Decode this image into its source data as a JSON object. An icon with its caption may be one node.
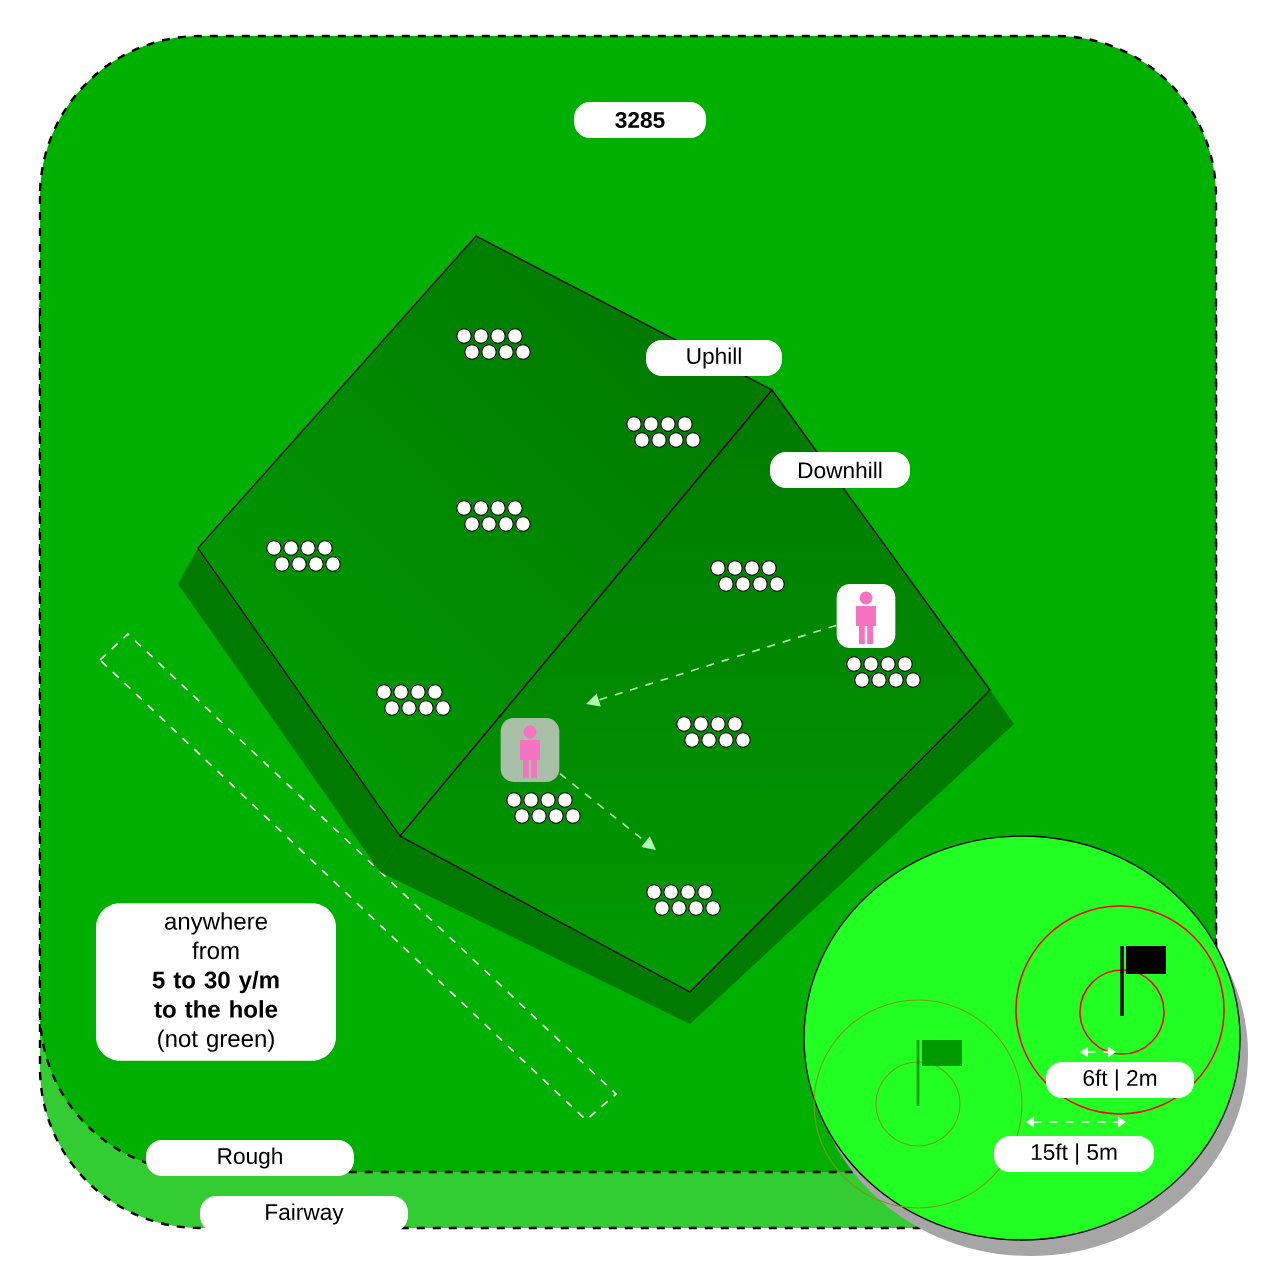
{
  "diagram": {
    "nodes": [
      {
        "text": [
          "3285"
        ]
      },
      {
        "text": [
          "Uphill"
        ]
      },
      {
        "text": [
          "Downhill"
        ]
      },
      {
        "text": [],
        "shape": "person"
      },
      {
        "text": [],
        "shape": "person"
      },
      {
        "text": [
          "anywhere from",
          "5 to 30 y/m to the hole",
          "(not green)"
        ]
      },
      {
        "text": [
          "6ft | 2m"
        ]
      },
      {
        "text": [
          "15ft | 5m"
        ]
      },
      {
        "text": [
          "Rough"
        ]
      },
      {
        "text": [
          "Fairway"
        ]
      }
    ],
    "edges": [
      {
        "from": 3,
        "to": null,
        "arrow": "to",
        "style": "dashed"
      },
      {
        "from": 4,
        "to": null,
        "arrow": "to",
        "style": "dashed"
      }
    ]
  }
}
